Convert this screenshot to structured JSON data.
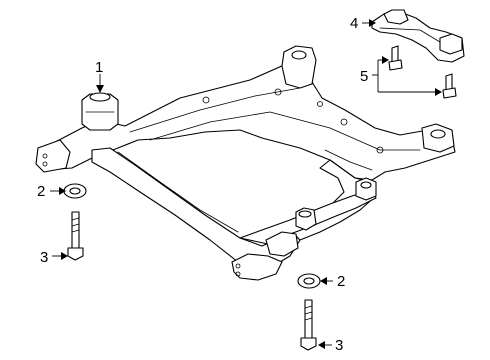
{
  "diagram": {
    "callouts": [
      {
        "id": "c1",
        "text": "1"
      },
      {
        "id": "c2a",
        "text": "2"
      },
      {
        "id": "c3a",
        "text": "3"
      },
      {
        "id": "c4",
        "text": "4"
      },
      {
        "id": "c5",
        "text": "5"
      },
      {
        "id": "c2b",
        "text": "2"
      },
      {
        "id": "c3b",
        "text": "3"
      }
    ],
    "colors": {
      "line": "#000000",
      "background": "#ffffff"
    }
  }
}
